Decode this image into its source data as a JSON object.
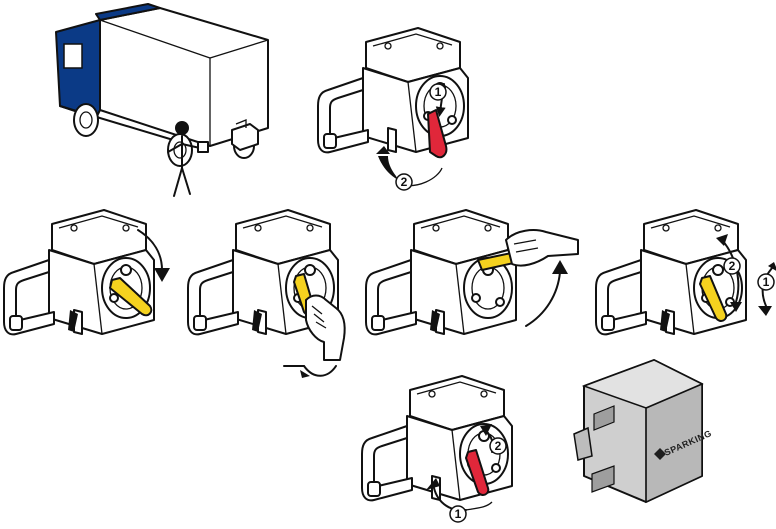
{
  "colors": {
    "cab_blue": "#0b3a86",
    "lever_red": "#e0273a",
    "lever_yellow": "#f5d21f",
    "outline": "#111111",
    "cover_gray": "#cfcfcf"
  },
  "icons": [
    "truck-icon",
    "person-icon",
    "socket-outlet-icon",
    "curved-arrow-icon",
    "hand-icon",
    "protective-cover-icon"
  ],
  "steps": {
    "step1": {
      "markers": [
        "1",
        "2"
      ]
    },
    "step4": {
      "markers": [
        "2",
        "1"
      ]
    },
    "step5": {
      "markers": [
        "2",
        "1"
      ]
    }
  },
  "cover": {
    "brand": "SPARKING"
  }
}
